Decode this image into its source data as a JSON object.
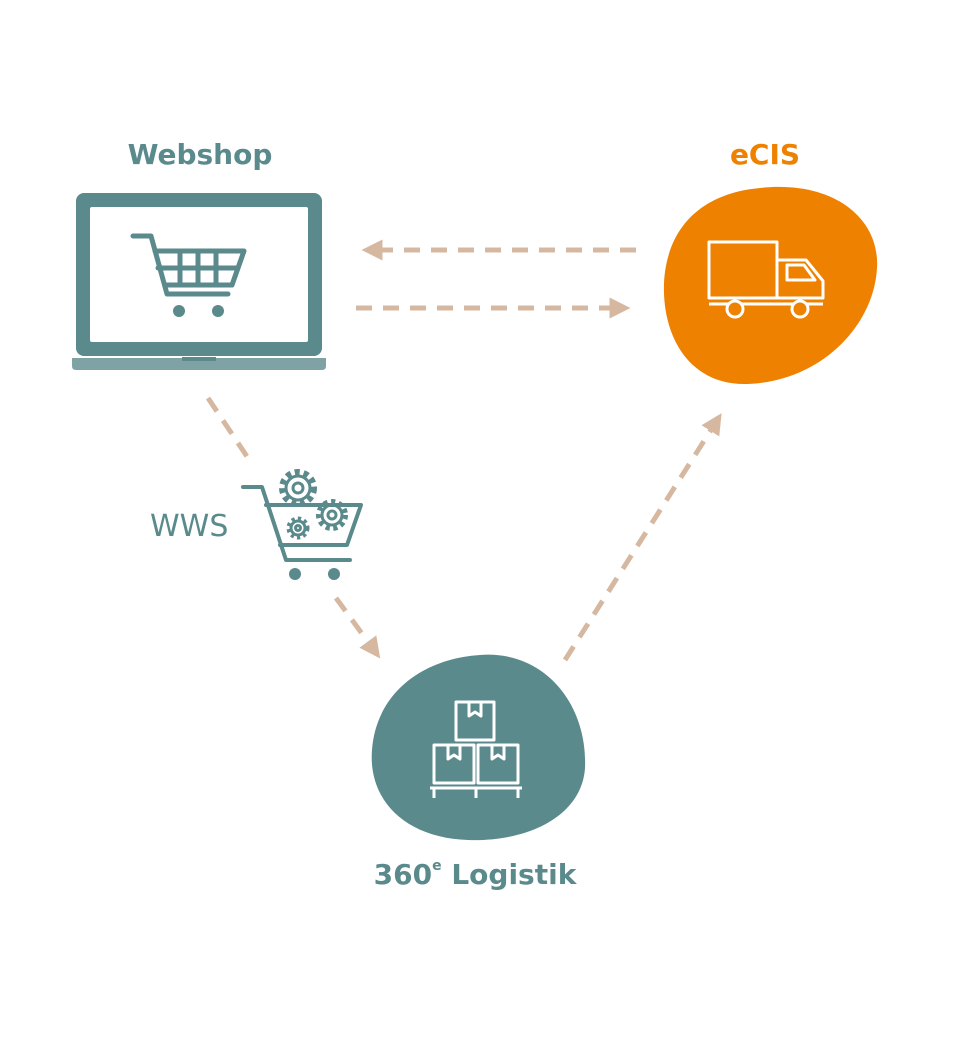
{
  "colors": {
    "teal": "#5a8a8c",
    "teal_light": "#7fa3a5",
    "orange": "#ef8100",
    "arrow": "#d6b8a0",
    "white": "#ffffff"
  },
  "nodes": {
    "webshop": {
      "label": "Webshop",
      "icon": "laptop-shopping-cart-icon"
    },
    "ecis": {
      "label": "eCIS",
      "icon": "delivery-truck-icon"
    },
    "wws": {
      "label": "WWS",
      "icon": "cart-with-gears-icon"
    },
    "logistik": {
      "label_number": "360",
      "label_sup": "e",
      "label_text": " Logistik",
      "icon": "stacked-boxes-pallet-icon"
    }
  },
  "connections": [
    {
      "from": "ecis",
      "to": "webshop",
      "style": "dashed-arrow"
    },
    {
      "from": "webshop",
      "to": "ecis",
      "style": "dashed-arrow"
    },
    {
      "from": "webshop",
      "to": "logistik",
      "style": "dashed-arrow",
      "via": "wws"
    },
    {
      "from": "logistik",
      "to": "ecis",
      "style": "dashed-arrow"
    }
  ]
}
